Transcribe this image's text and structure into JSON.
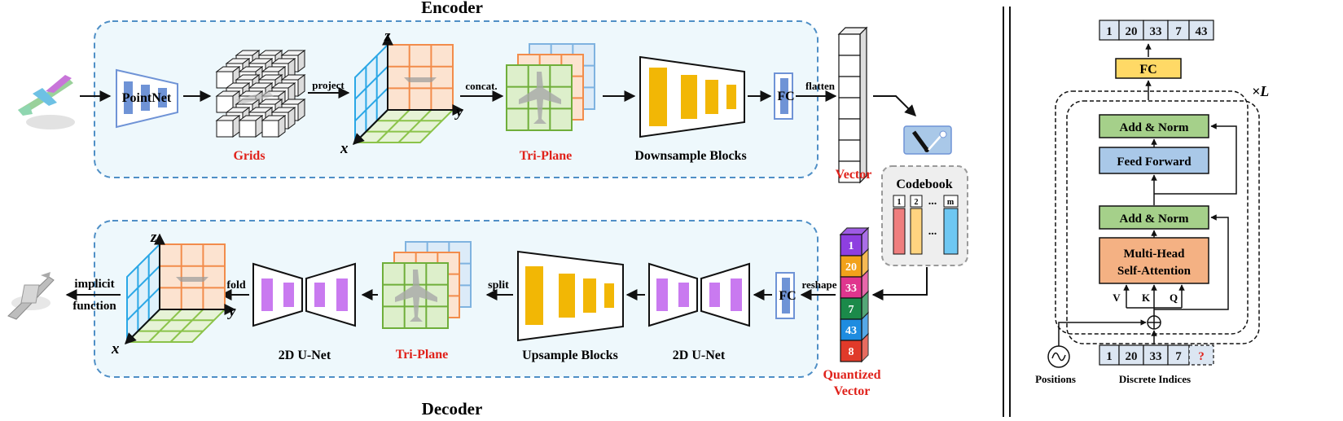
{
  "encoder": {
    "title": "Encoder",
    "pointnet_label": "PointNet",
    "grids_label": "Grids",
    "project_label": "project",
    "concat_label": "concat.",
    "triplane_label": "Tri-Plane",
    "downsample_label": "Downsample Blocks",
    "fc_label": "FC",
    "flatten_label": "flatten",
    "axes": {
      "x": "x",
      "y": "y",
      "z": "z"
    }
  },
  "vector_label": "Vector",
  "codebook": {
    "title": "Codebook",
    "entries": [
      "1",
      "2",
      "m"
    ],
    "dots": "..."
  },
  "quantized": {
    "label_line1": "Quantized",
    "label_line2": "Vector",
    "values": [
      "1",
      "20",
      "33",
      "7",
      "43",
      "8"
    ],
    "colors": [
      "#8E3FE0",
      "#F2A21A",
      "#E0358E",
      "#1B8A4A",
      "#1E8CE0",
      "#E03A2A"
    ]
  },
  "decoder": {
    "title": "Decoder",
    "reshape_label": "reshape",
    "fc_label": "FC",
    "unet_label": "2D U-Net",
    "upsample_label": "Upsample Blocks",
    "split_label": "split",
    "triplane_label": "Tri-Plane",
    "unet2_label": "2D U-Net",
    "fold_label": "fold",
    "implicit_line1": "implicit",
    "implicit_line2": "function",
    "axes": {
      "x": "x",
      "y": "y",
      "z": "z"
    }
  },
  "transformer": {
    "output_tokens": [
      "1",
      "20",
      "33",
      "7",
      "43"
    ],
    "fc_label": "FC",
    "repeat_label": "×L",
    "add_norm_top": "Add & Norm",
    "feed_forward": "Feed Forward",
    "add_norm_bottom": "Add & Norm",
    "mhsa_line1": "Multi-Head",
    "mhsa_line2": "Self-Attention",
    "v_label": "V",
    "k_label": "K",
    "q_label": "Q",
    "input_tokens": [
      "1",
      "20",
      "33",
      "7",
      "?"
    ],
    "positions_label": "Positions",
    "indices_label": "Discrete Indices"
  },
  "colors": {
    "panel_bg": "#EEF8FC",
    "panel_border": "#4F8FC6",
    "red_label": "#E0221B",
    "yellow_block": "#F2B705",
    "purple_block": "#C97AF0",
    "trapezoid_bar": "#6F93D6",
    "green_plane": "#8BC34A",
    "orange_plane": "#F28C4B",
    "blue_plane": "#2AA7E6",
    "add_norm_fill": "#A5D08A",
    "feed_forward_fill": "#A9C8E8",
    "mhsa_fill": "#F4B183",
    "fc_fill": "#FFD966",
    "token_fill": "#DCE6F2"
  }
}
